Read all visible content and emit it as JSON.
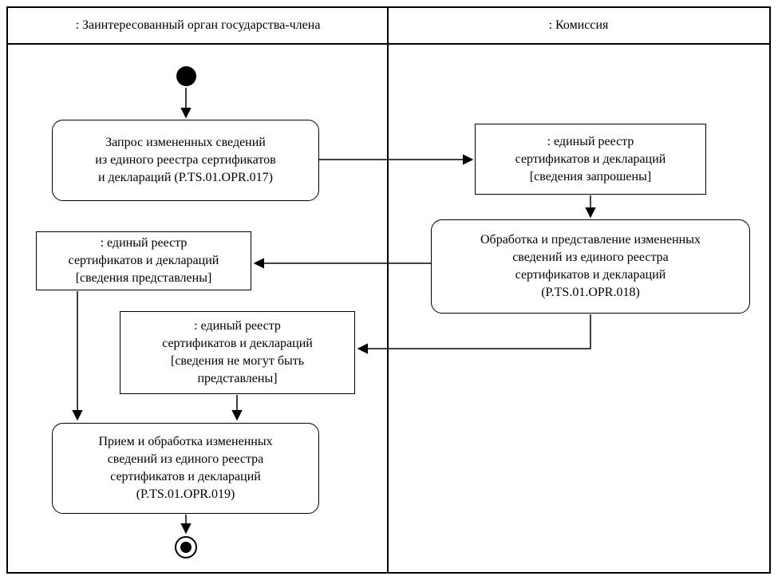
{
  "colors": {
    "line": "#000000",
    "background": "#ffffff",
    "text": "#000000"
  },
  "lanes": {
    "left": ": Заинтересованный орган государства-члена",
    "right": ": Комиссия"
  },
  "nodes": {
    "request": "Запрос измененных сведений\nиз единого реестра сертификатов\nи деклараций (P.TS.01.OPR.017)",
    "registry_requested": ": единый реестр\nсертификатов и деклараций\n[сведения запрошены]",
    "process": "Обработка и представление измененных\nсведений из единого реестра\nсертификатов и деклараций\n(P.TS.01.OPR.018)",
    "registry_provided": ": единый реестр\nсертификатов и деклараций\n[сведения представлены]",
    "registry_not_provided": ": единый реестр\nсертификатов и деклараций\n[сведения не могут быть\nпредставлены]",
    "receive": "Прием и обработка измененных\nсведений из единого реестра\nсертификатов и деклараций\n(P.TS.01.OPR.019)"
  }
}
